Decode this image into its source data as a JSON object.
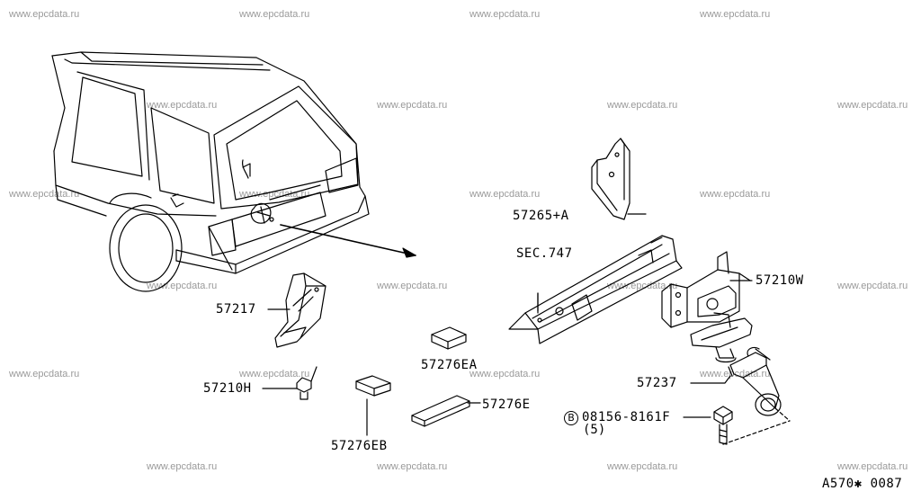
{
  "watermark": "www.epcdata.ru",
  "labels": {
    "p57265A": "57265+A",
    "sec747": "SEC.747",
    "p57210W": "57210W",
    "p57217": "57217",
    "p57276EA": "57276EA",
    "p57237": "57237",
    "p57210H": "57210H",
    "p57276E": "57276E",
    "bolt": "08156-8161F",
    "bolt_prefix": "B",
    "bolt_qty": "(5)",
    "p57276EB": "57276EB"
  },
  "figure_ref": "A570✱ 0087"
}
